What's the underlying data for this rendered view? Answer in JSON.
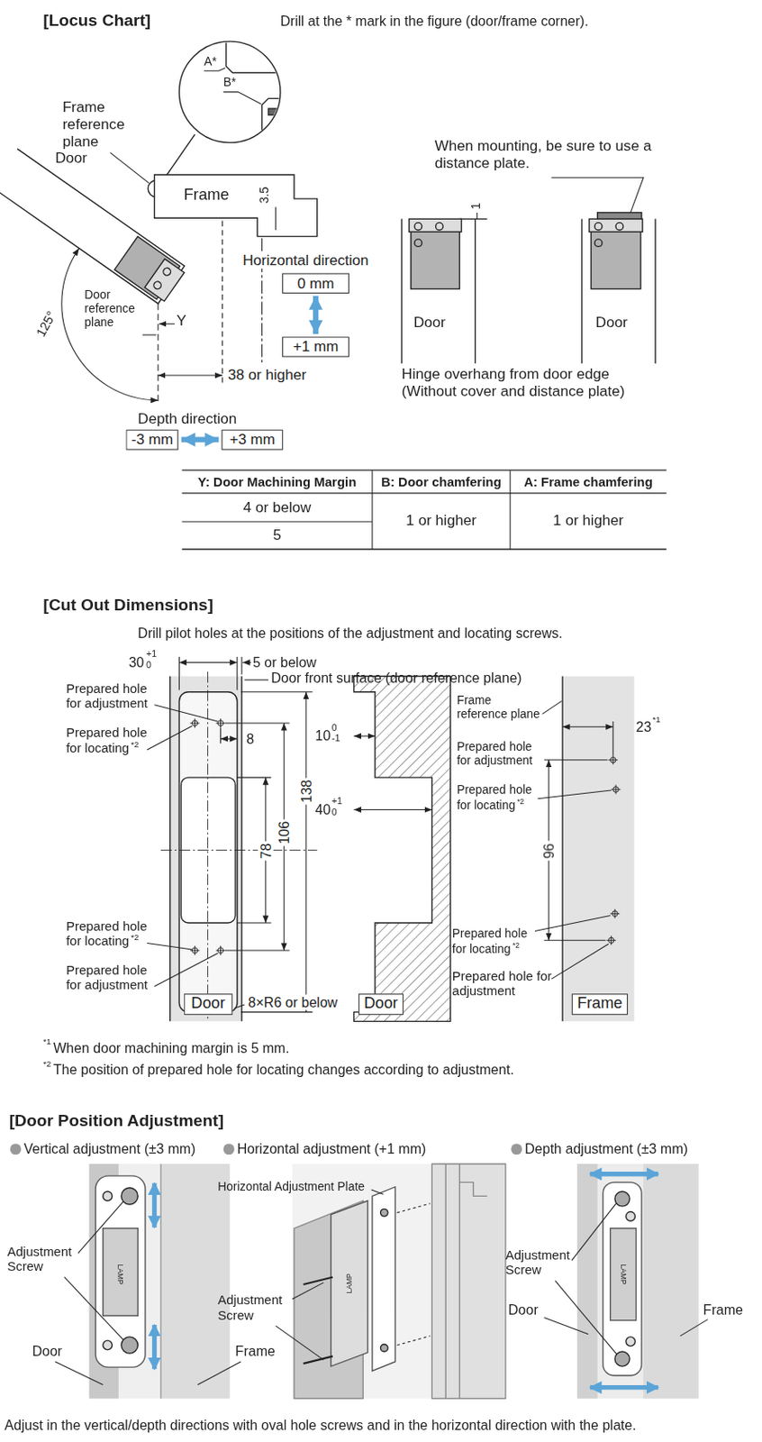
{
  "diagram": {
    "nodes": [
      {
        "text": [
          "0 mm"
        ]
      },
      {
        "text": [
          "+1 mm"
        ]
      },
      {
        "text": [
          "-3 mm"
        ]
      },
      {
        "text": [
          "+3 mm"
        ]
      },
      {
        "text": [
          "Door"
        ]
      },
      {
        "text": [
          "Door"
        ]
      },
      {
        "text": [
          "Frame"
        ]
      }
    ],
    "edges": [
      {
        "from": 0,
        "to": 1,
        "arrow": "both"
      },
      {
        "from": 2,
        "to": 3,
        "arrow": "both"
      }
    ],
    "labels": [
      "[Locus Chart]",
      "Drill at the * mark in the figure (door/frame corner).",
      "A*",
      "B*",
      "Frame reference plane",
      "Frame",
      "3.5",
      "Door",
      "When mounting, be sure to use a distance plate.",
      "1",
      "Horizontal direction",
      "Door reference plane",
      "Y",
      "125°",
      "38 or higher",
      "Door",
      "Door",
      "Hinge overhang from door edge (Without cover and distance plate)",
      "Depth direction",
      "Y: Door Machining Margin",
      "B: Door chamfering",
      "A: Frame chamfering",
      "4 or below",
      "1 or higher",
      "1 or higher",
      "5",
      "[Cut Out Dimensions]",
      "Drill pilot holes at the positions of the adjustment and locating screws.",
      "30",
      "+1",
      "0",
      "5 or below",
      "Door front surface (door reference plane)",
      "Prepared hole for adjustment",
      "Prepared hole for locating",
      "*2",
      "8",
      "10",
      "0",
      "-1",
      "78",
      "106",
      "138",
      "40",
      "+1",
      "0",
      "Frame reference plane",
      "23",
      "*1",
      "Prepared hole for adjustment",
      "Prepared hole for locating",
      "*2",
      "96",
      "Prepared hole for locating",
      "*2",
      "Prepared hole for adjustment",
      "Prepared hole for locating",
      "*2",
      "Prepared hole for adjustment",
      "8×R6 or below",
      "*1",
      "When door machining margin is 5 mm.",
      "*2",
      "The position of prepared hole for locating changes according to adjustment.",
      "[Door Position Adjustment]",
      "Vertical adjustment (±3 mm)",
      "Horizontal adjustment (+1 mm)",
      "Depth adjustment (±3 mm)",
      "Adjustment Screw",
      "LAMP",
      "Door",
      "Frame",
      "Horizontal Adjustment Plate",
      "Adjustment Screw",
      "LAMP",
      "Adjustment Screw",
      "LAMP",
      "Door",
      "Frame",
      "Adjust in the vertical/depth directions with oval hole screws and in the horizontal direction with the plate."
    ]
  }
}
